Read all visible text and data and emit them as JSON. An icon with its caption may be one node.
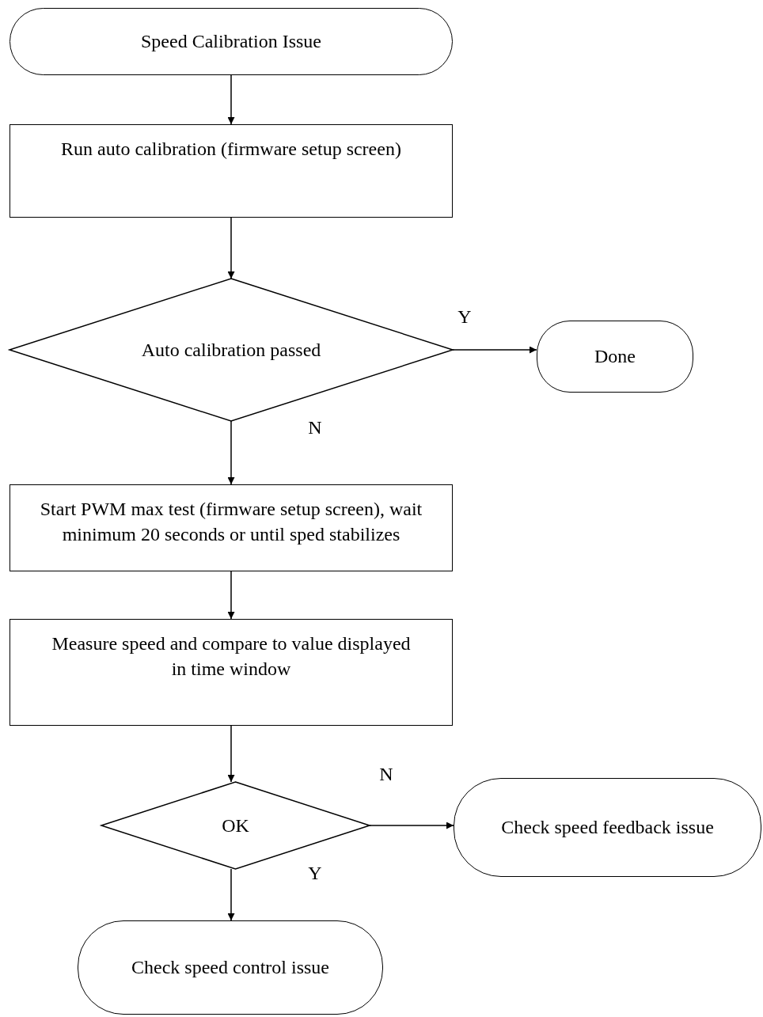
{
  "diagram": {
    "nodes": [
      {
        "text": [
          "Speed Calibration Issue"
        ]
      },
      {
        "text": [
          "Run auto calibration (firmware setup screen)"
        ]
      },
      {
        "text": [
          "Auto calibration passed"
        ]
      },
      {
        "text": [
          "Done"
        ]
      },
      {
        "text": [
          "Start PWM max test (firmware setup screen), wait minimum 20 seconds or until sped stabilizes"
        ]
      },
      {
        "text": [
          "Measure speed and compare to value displayed in time window"
        ]
      },
      {
        "text": [
          "OK"
        ]
      },
      {
        "text": [
          "Check speed feedback issue"
        ]
      },
      {
        "text": [
          "Check speed control issue"
        ]
      }
    ],
    "edges": [
      {
        "from": 0,
        "to": 1,
        "arrow": "to"
      },
      {
        "from": 1,
        "to": 2,
        "arrow": "to"
      },
      {
        "from": 2,
        "to": 3,
        "arrow": "to",
        "label": "Y"
      },
      {
        "from": 2,
        "to": 4,
        "arrow": "to",
        "label": "N"
      },
      {
        "from": 4,
        "to": 5,
        "arrow": "to"
      },
      {
        "from": 5,
        "to": 6,
        "arrow": "to"
      },
      {
        "from": 6,
        "to": 7,
        "arrow": "to",
        "label": "N"
      },
      {
        "from": 6,
        "to": 8,
        "arrow": "to",
        "label": "Y"
      }
    ]
  }
}
